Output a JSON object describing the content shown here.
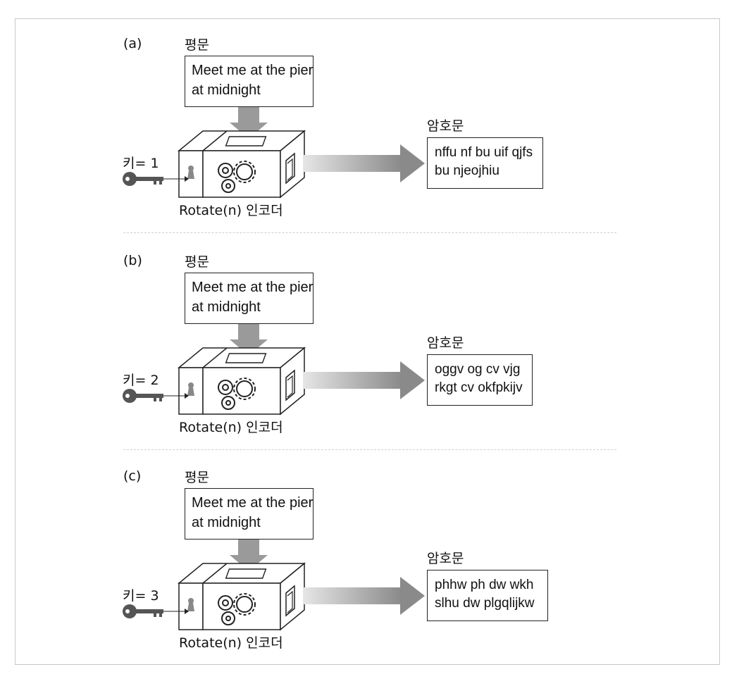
{
  "panels": [
    {
      "label": "(a)",
      "plaintext_title": "평문",
      "plaintext_lines": [
        "Meet me at the pier",
        "at midnight"
      ],
      "key_label": "키= 1",
      "encoder_label": "Rotate(n) 인코더",
      "ciphertext_title": "암호문",
      "ciphertext_lines": [
        "nffu nf bu uif qjfs",
        "bu njeojhiu"
      ]
    },
    {
      "label": "(b)",
      "plaintext_title": "평문",
      "plaintext_lines": [
        "Meet me at the pier",
        "at midnight"
      ],
      "key_label": "키= 2",
      "encoder_label": "Rotate(n) 인코더",
      "ciphertext_title": "암호문",
      "ciphertext_lines": [
        "oggv og cv vjg",
        "rkgt cv okfpkijv"
      ]
    },
    {
      "label": "(c)",
      "plaintext_title": "평문",
      "plaintext_lines": [
        "Meet me at the pier",
        "at midnight"
      ],
      "key_label": "키= 3",
      "encoder_label": "Rotate(n) 인코더",
      "ciphertext_title": "암호문",
      "ciphertext_lines": [
        "phhw ph dw wkh",
        "slhu dw plgqlijkw"
      ]
    }
  ],
  "icons": {
    "key": "key-icon",
    "keyhole": "keyhole-icon",
    "gears": "gears-icon",
    "input_arrow": "down-arrow-icon",
    "output_arrow": "right-arrow-icon"
  },
  "colors": {
    "arrow_gray": "#9a9a9a",
    "frame_border": "#c8c8c8"
  }
}
